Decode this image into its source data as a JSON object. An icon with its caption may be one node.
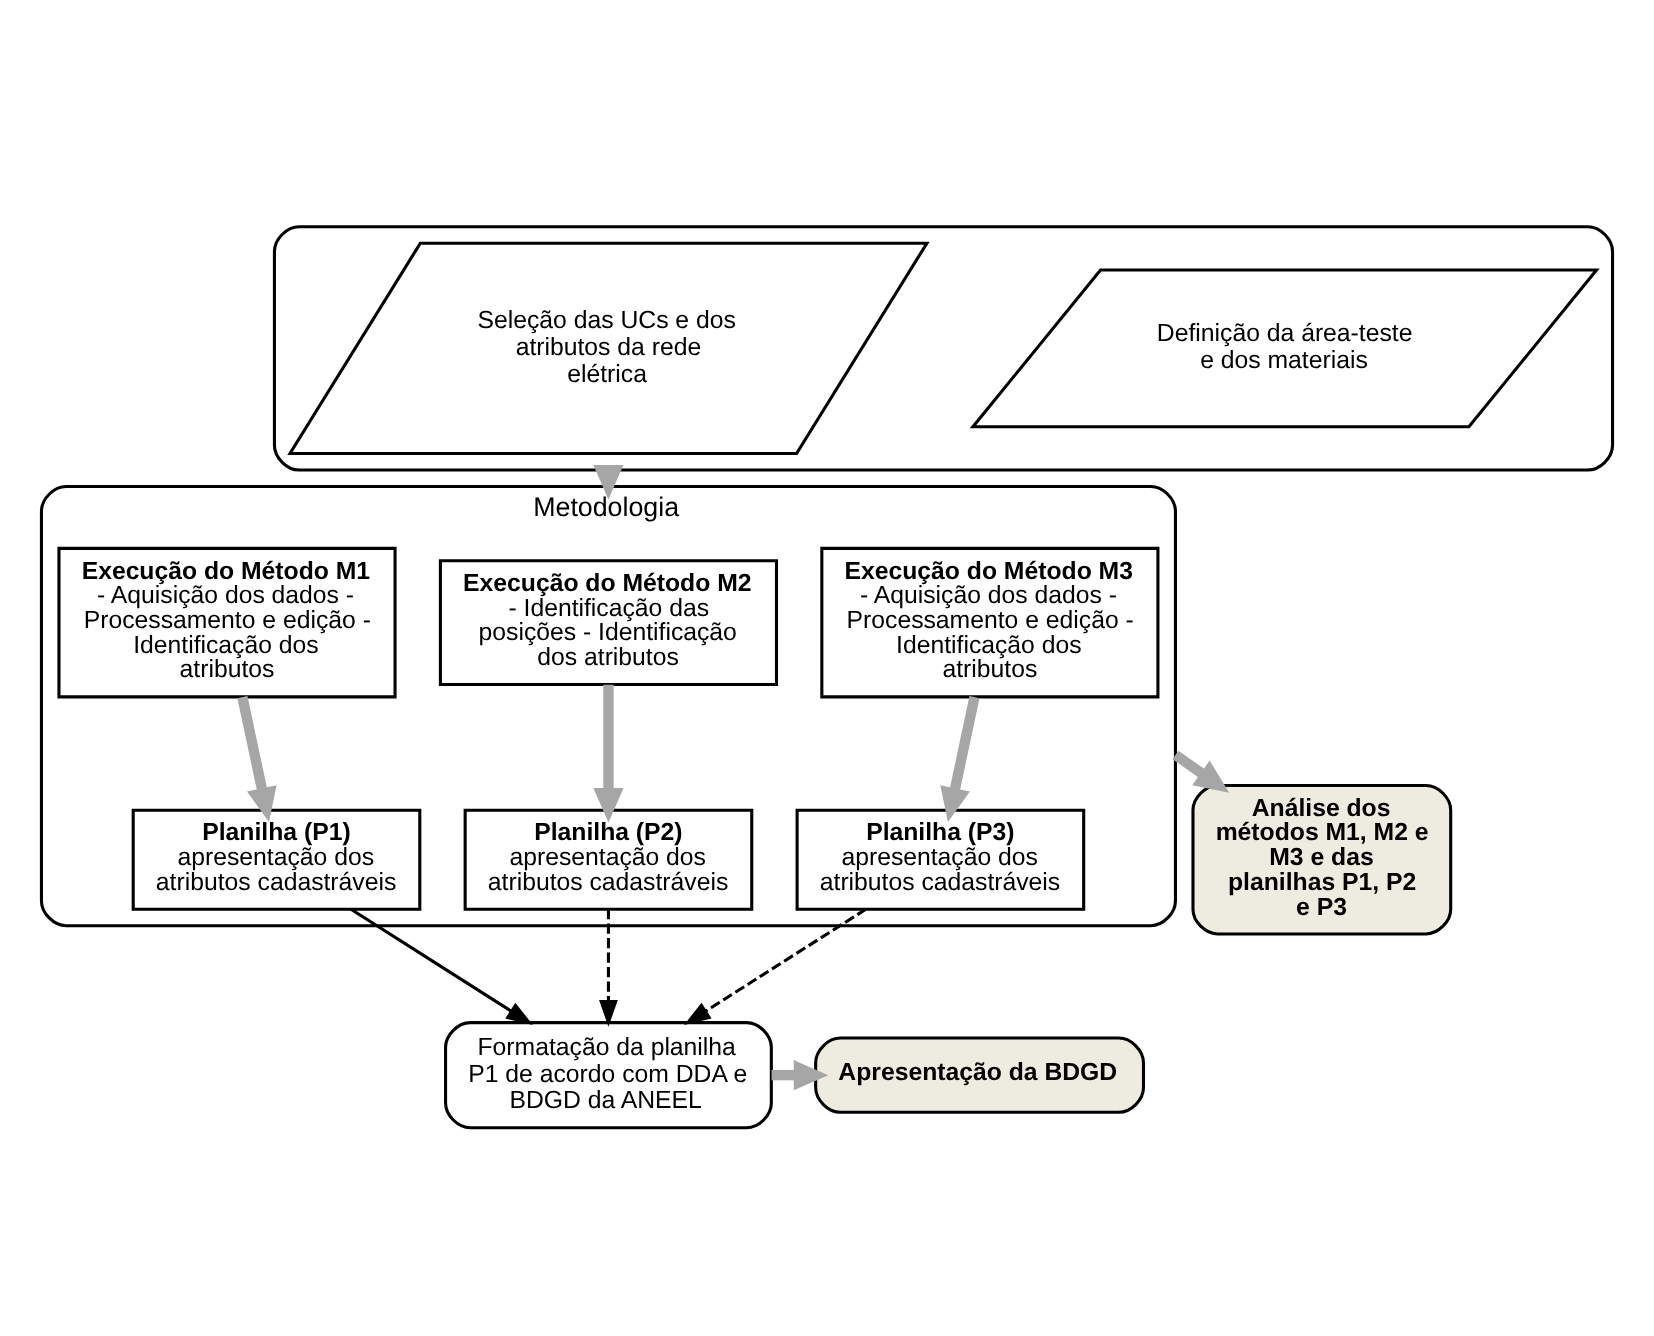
{
  "diagram": {
    "nodes": [
      {
        "text": [],
        "shape": "box"
      },
      {
        "text": [
          "Seleção das UCs e dos atributos da rede elétrica"
        ],
        "in": 0
      },
      {
        "text": [
          "Definição da área-teste e dos materiais"
        ],
        "in": 0
      },
      {
        "text": [
          "Metodologia"
        ]
      },
      {
        "text": [
          "Execução do Método M1",
          "- Aquisição dos dados - Processamento e edição - Identificação dos atributos"
        ],
        "in": 3
      },
      {
        "text": [
          "Execução do Método M2",
          "- Identificação das posições - Identificação dos atributos"
        ],
        "in": 3
      },
      {
        "text": [
          "Execução do Método M3",
          "- Aquisição dos dados - Processamento e edição - Identificação dos atributos"
        ],
        "in": 3
      },
      {
        "text": [
          "Planilha (P1)",
          "apresentação dos atributos cadastráveis"
        ],
        "in": 3
      },
      {
        "text": [
          "Planilha (P2)",
          "apresentação dos atributos cadastráveis"
        ],
        "in": 3
      },
      {
        "text": [
          "Planilha (P3)",
          "apresentação dos atributos cadastráveis"
        ],
        "in": 3
      },
      {
        "text": [
          "Análise dos métodos M1, M2 e M3 e das planilhas P1, P2 e P3"
        ]
      },
      {
        "text": [
          "Formatação da planilha P1 de acordo com DDA e BDGD da ANEEL"
        ]
      },
      {
        "text": [
          "Apresentação da BDGD"
        ]
      }
    ],
    "edges": [
      {
        "from": 0,
        "to": 3,
        "arrow": "to"
      },
      {
        "from": 4,
        "to": 7,
        "arrow": "to"
      },
      {
        "from": 5,
        "to": 8,
        "arrow": "to"
      },
      {
        "from": 6,
        "to": 9,
        "arrow": "to"
      },
      {
        "from": 3,
        "to": 10,
        "arrow": "to"
      },
      {
        "from": 7,
        "to": 11,
        "arrow": "to",
        "color": "#000000"
      },
      {
        "from": 8,
        "to": 11,
        "arrow": "to",
        "style": "dashed",
        "color": "#000000"
      },
      {
        "from": 9,
        "to": 11,
        "arrow": "to",
        "style": "dashed",
        "color": "#000000"
      },
      {
        "from": 11,
        "to": 12,
        "arrow": "to"
      }
    ]
  }
}
